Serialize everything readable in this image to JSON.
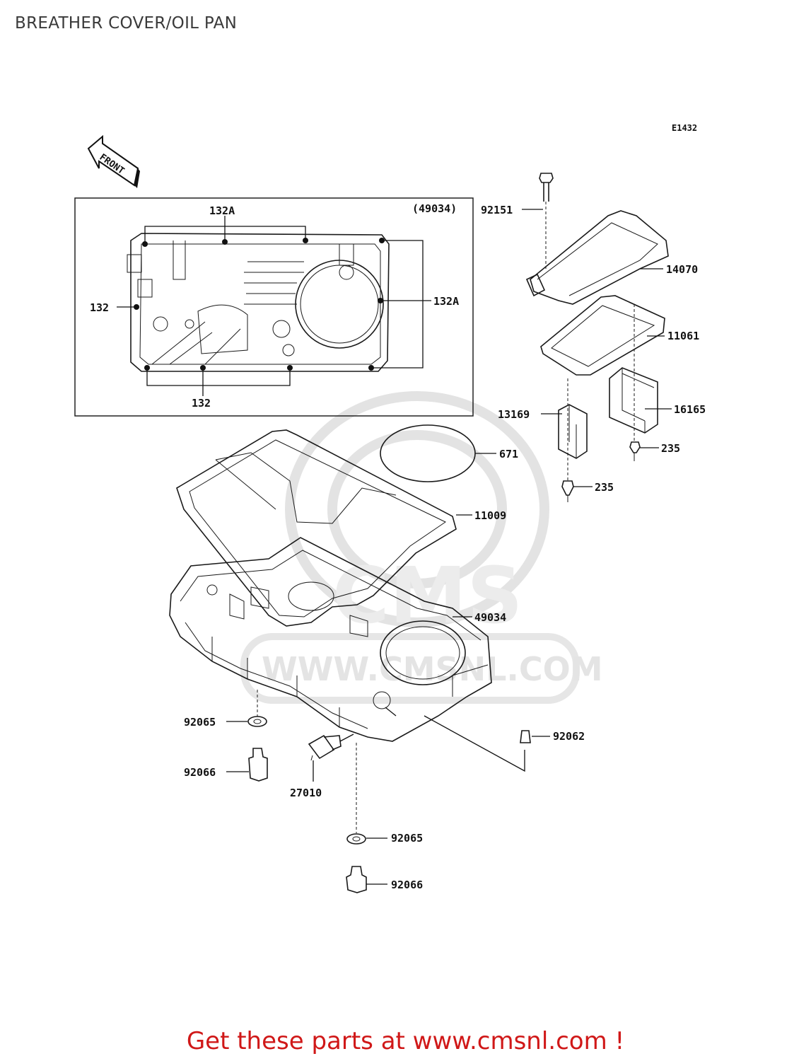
{
  "page": {
    "title": "BREATHER COVER/OIL PAN",
    "diagram_code": "E1432",
    "front_marker": "FRONT",
    "footer": "Get these parts at www.cmsnl.com !",
    "watermark_text": "WWW.CMSNL.COM",
    "watermark_logo": "CMS"
  },
  "inset": {
    "label_ref": "(49034)",
    "labels": {
      "top_132a": "132A",
      "right_132a": "132A",
      "left_132": "132",
      "bottom_132": "132"
    }
  },
  "callouts": {
    "c92151": "92151",
    "c14070": "14070",
    "c11061": "11061",
    "c16165": "16165",
    "c13169": "13169",
    "c235a": "235",
    "c235b": "235",
    "c671": "671",
    "c11009": "11009",
    "c49034": "49034",
    "c92062": "92062",
    "c92065a": "92065",
    "c92066a": "92066",
    "c27010": "27010",
    "c92065b": "92065",
    "c92066b": "92066"
  }
}
